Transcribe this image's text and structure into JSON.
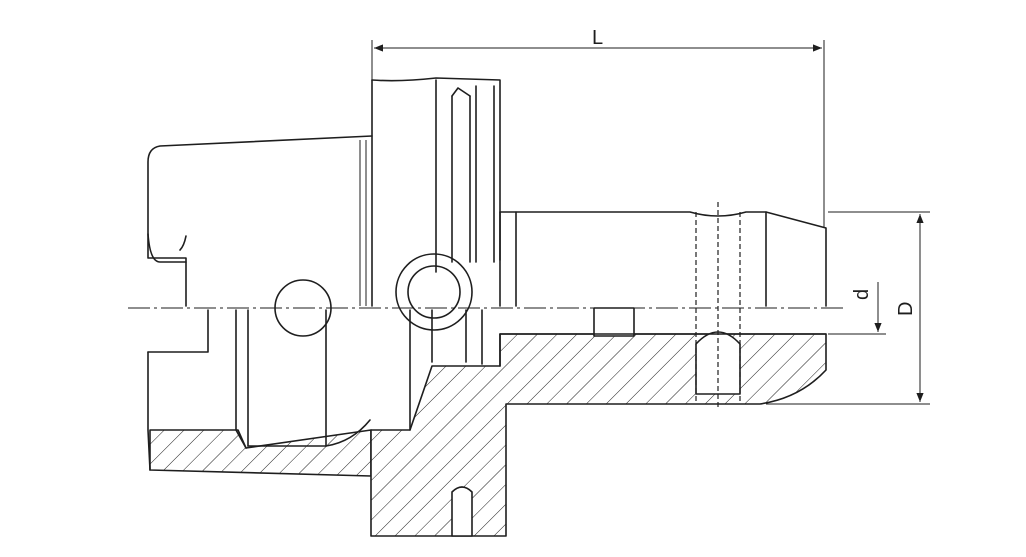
{
  "drawing": {
    "labels": {
      "length": "L",
      "bore_diameter": "d",
      "outer_diameter": "D"
    }
  }
}
